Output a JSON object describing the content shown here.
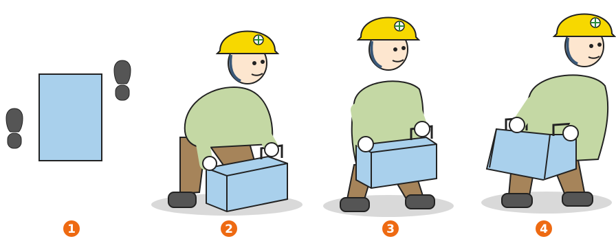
{
  "steps": [
    {
      "number": "1",
      "badge_color": "#ee6a12"
    },
    {
      "number": "2",
      "badge_color": "#ee6a12"
    },
    {
      "number": "3",
      "badge_color": "#ee6a12"
    },
    {
      "number": "4",
      "badge_color": "#ee6a12"
    }
  ],
  "colors": {
    "helmet": "#f7d800",
    "shirt": "#c4d8a4",
    "trousers": "#a6845a",
    "box": "#a9d0ec",
    "shoe": "#555555",
    "shadow": "#d9d9d9",
    "skin": "#fde6cf"
  },
  "icons": [
    "footprint-icon",
    "box-icon",
    "helmet-cross-icon"
  ]
}
